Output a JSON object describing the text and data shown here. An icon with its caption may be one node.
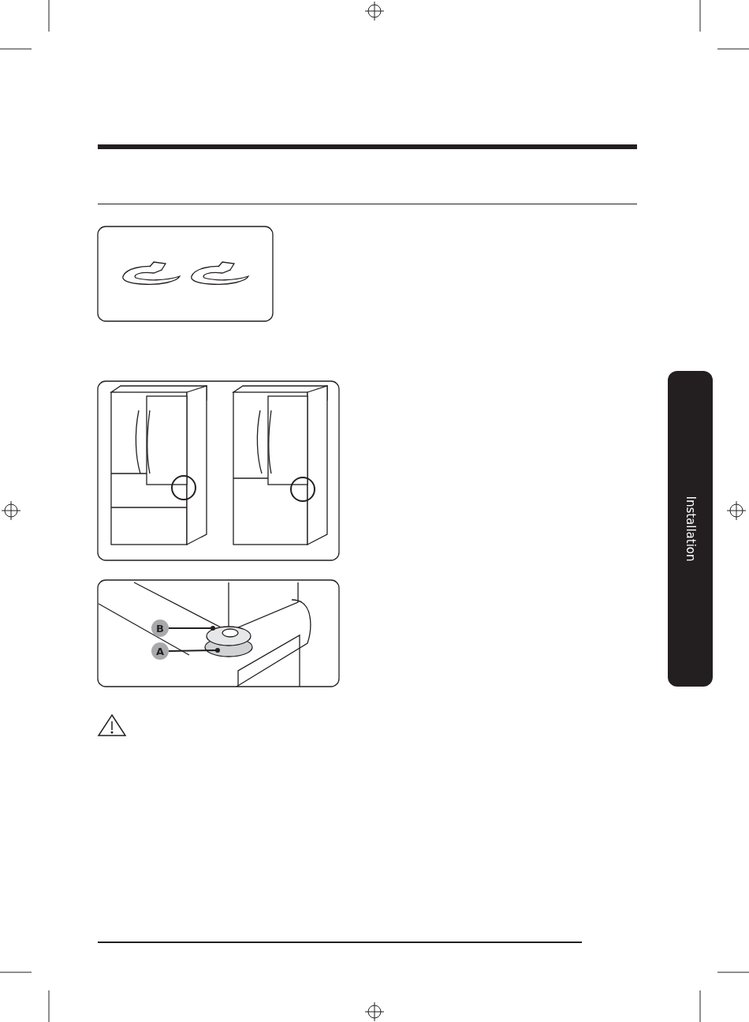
{
  "diagram": {
    "nodes": [
      {
        "text": [
          "Installation"
        ]
      },
      {
        "text": [
          "B"
        ]
      },
      {
        "text": [
          "A"
        ]
      }
    ],
    "edges": [
      {
        "from": 1,
        "to": null,
        "arrow": "other"
      },
      {
        "from": 2,
        "to": null,
        "arrow": "other"
      }
    ]
  }
}
